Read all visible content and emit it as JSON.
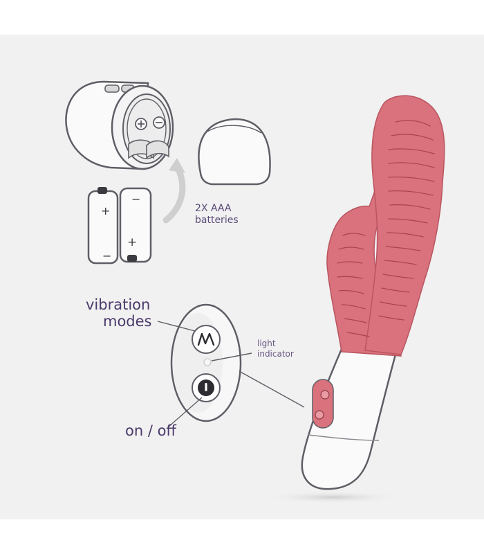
{
  "labels": {
    "batteries_line1": "2X AAA",
    "batteries_line2": "batteries",
    "vibration_line1": "vibration",
    "vibration_line2": "modes",
    "light_line1": "light",
    "light_line2": "indicator",
    "on_off": "on / off"
  },
  "battery_signs": {
    "plus": "+",
    "minus": "−"
  },
  "colors": {
    "background": "#ffffff",
    "panel": "#f1f1f1",
    "outline": "#5e5e66",
    "body_white": "#fafafa",
    "silicone_pink": "#d9727c",
    "silicone_shadow": "#b85560",
    "label_purple": "#4b3a6b",
    "arrow_gray": "#cfcfcf"
  },
  "icons": [
    "wave-mode-icon",
    "power-icon",
    "plus-sign-icon",
    "minus-sign-icon",
    "curved-arrow-icon"
  ]
}
